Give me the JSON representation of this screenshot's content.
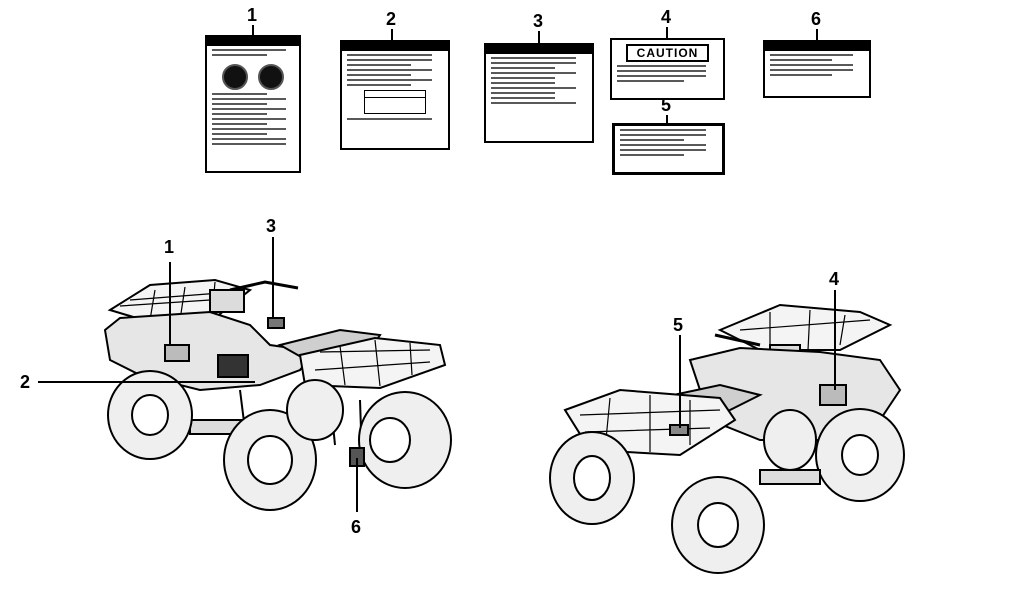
{
  "callouts": {
    "label_1": "1",
    "label_2": "2",
    "label_3": "3",
    "label_4": "4",
    "label_5": "5",
    "label_6": "6",
    "atv_left_1": "1",
    "atv_left_2": "2",
    "atv_left_3": "3",
    "atv_left_6": "6",
    "atv_right_4": "4",
    "atv_right_5": "5"
  },
  "labels": {
    "caution_title": "CAUTION"
  }
}
